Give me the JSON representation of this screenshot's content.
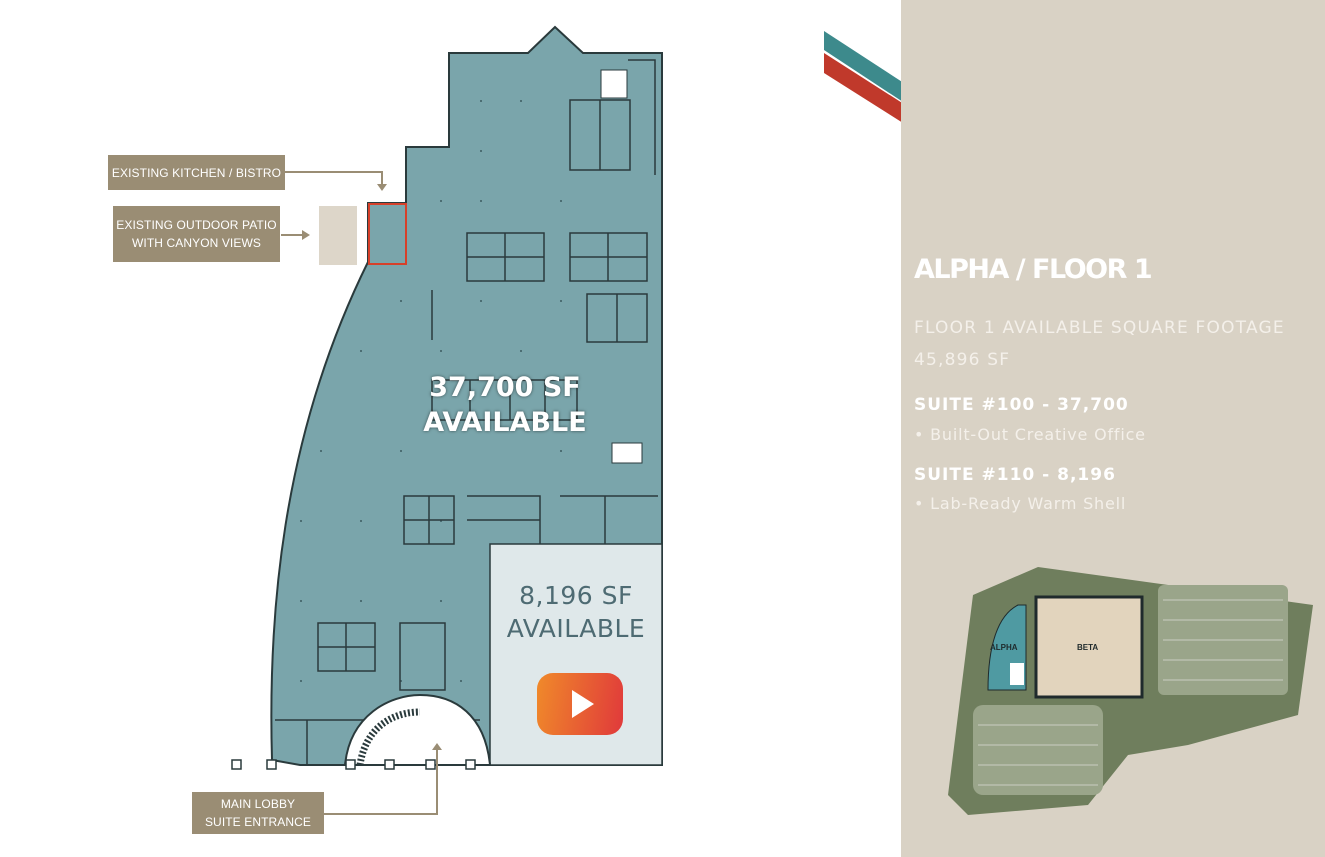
{
  "callouts": {
    "kitchen": "EXISTING KITCHEN / BISTRO",
    "patio": "EXISTING OUTDOOR PATIO\nWITH CANYON VIEWS",
    "lobby": "MAIN LOBBY\nSUITE ENTRANCE"
  },
  "plan": {
    "suite_100_area": "37,700 SF",
    "suite_100_status": "AVAILABLE",
    "suite_110_area": "8,196 SF",
    "suite_110_status": "AVAILABLE"
  },
  "video": {
    "icon": "play-icon"
  },
  "panel": {
    "title": "ALPHA / FLOOR 1",
    "footage_label": "FLOOR 1 AVAILABLE SQUARE FOOTAGE",
    "footage_value": "45,896 SF",
    "suites": [
      {
        "heading": "SUITE #100 - 37,700",
        "bullet": "•  Built-Out Creative Office"
      },
      {
        "heading": "SUITE #110 - 8,196",
        "bullet": "•  Lab-Ready Warm Shell"
      }
    ],
    "map": {
      "alpha_label": "ALPHA",
      "beta_label": "BETA"
    }
  },
  "colors": {
    "floor": "#7aa5ab",
    "suite_110": "#dfe8ea",
    "tag": "#9a8d74",
    "panel": "#d9d2c5",
    "stripe_teal": "#3d8a8c",
    "stripe_red": "#c0392b"
  }
}
